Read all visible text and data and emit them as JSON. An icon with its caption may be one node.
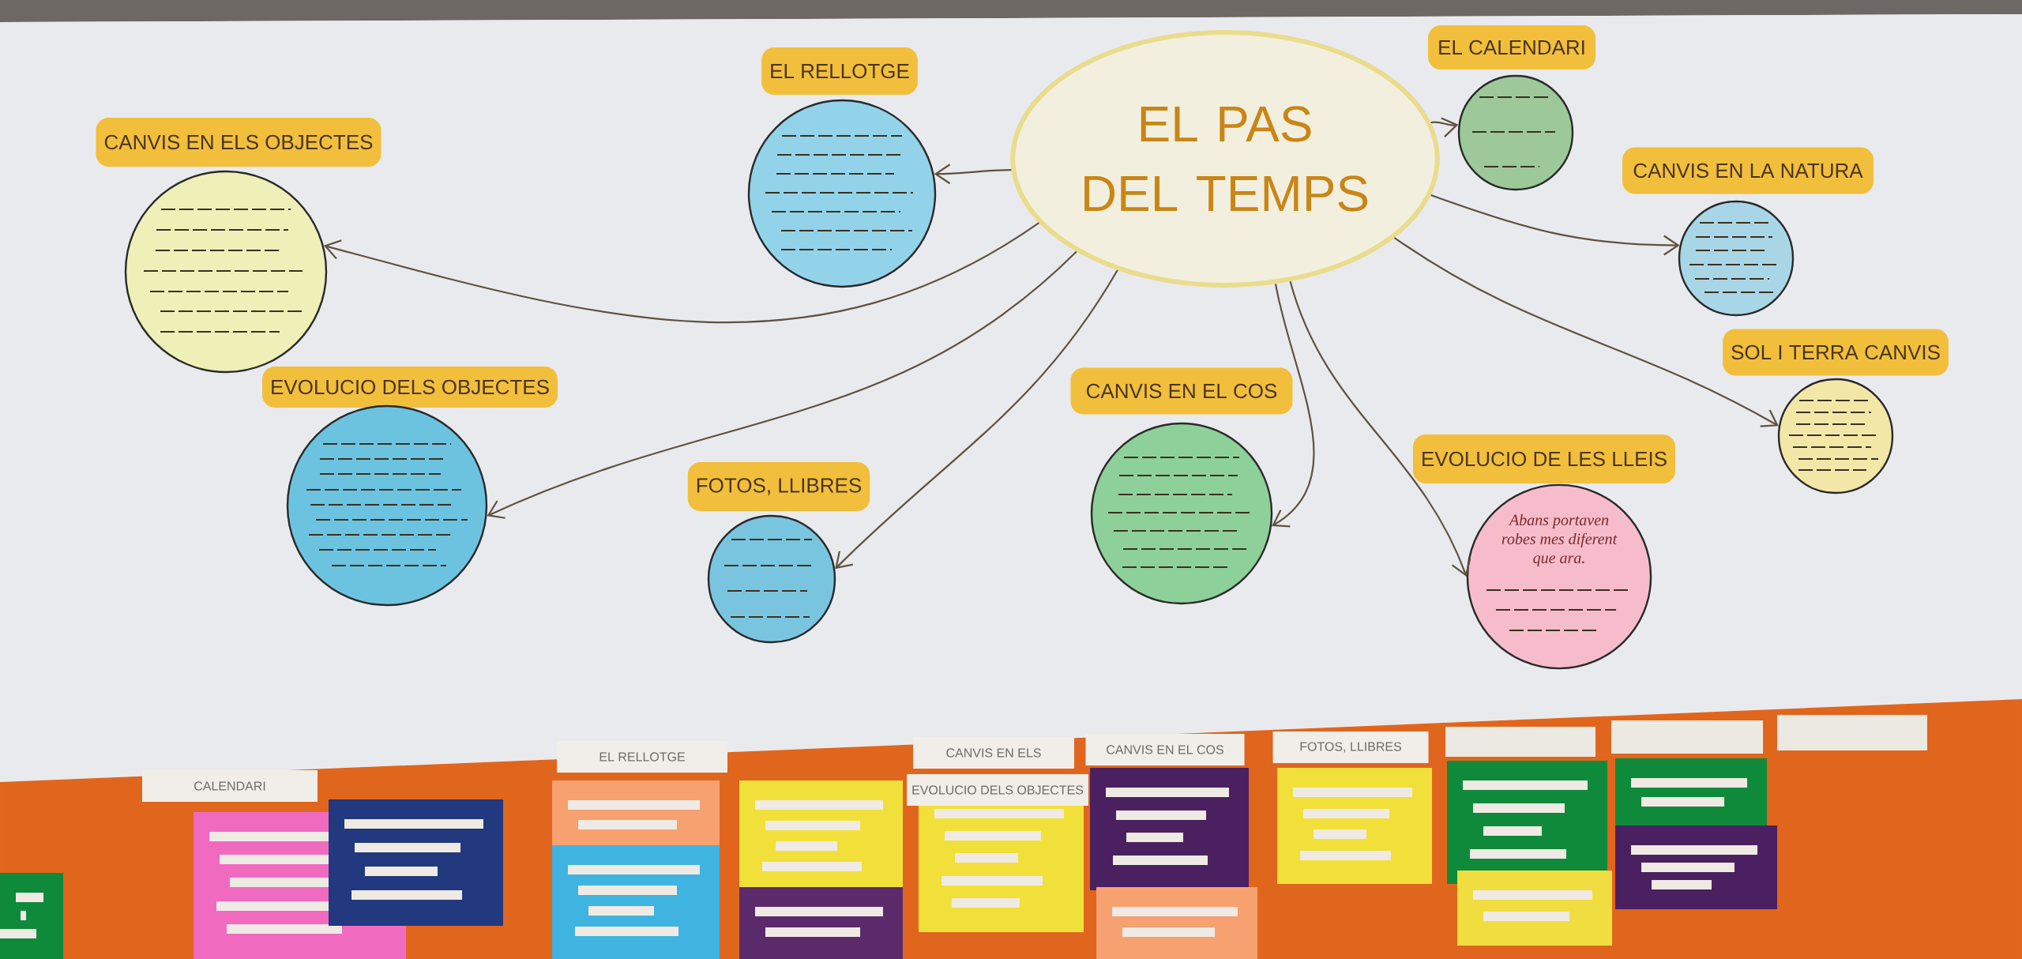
{
  "diagram": {
    "nodes": [
      {
        "text": [
          "EL PAS DEL TEMPS"
        ]
      },
      {
        "text": [
          "EL RELLOTGE"
        ]
      },
      {
        "text": [],
        "shape": "circle"
      },
      {
        "text": [
          "EL CALENDARI"
        ]
      },
      {
        "text": [],
        "shape": "circle"
      },
      {
        "text": [
          "CANVIS EN ELS OBJECTES"
        ]
      },
      {
        "text": [],
        "shape": "circle"
      },
      {
        "text": [
          "CANVIS EN LA NATURA"
        ]
      },
      {
        "text": [],
        "shape": "circle"
      },
      {
        "text": [
          "SOL I TERRA CANVIS"
        ]
      },
      {
        "text": [],
        "shape": "circle"
      },
      {
        "text": [
          "EVOLUCIO DELS OBJECTES"
        ]
      },
      {
        "text": [],
        "shape": "circle"
      },
      {
        "text": [
          "CANVIS EN EL COS"
        ]
      },
      {
        "text": [],
        "shape": "circle"
      },
      {
        "text": [
          "FOTOS, LLIBRES"
        ]
      },
      {
        "text": [],
        "shape": "circle"
      },
      {
        "text": [
          "EVOLUCIO DE LES LLEIS"
        ]
      },
      {
        "text": [
          "Abans portaven robes mes diferent que ara."
        ]
      }
    ],
    "edges": [
      {
        "from": 0,
        "to": 2,
        "arrow": "to"
      },
      {
        "from": 0,
        "to": 4,
        "arrow": "to"
      },
      {
        "from": 0,
        "to": 6,
        "arrow": "to"
      },
      {
        "from": 0,
        "to": 8,
        "arrow": "to"
      },
      {
        "from": 0,
        "to": 10,
        "arrow": "to"
      },
      {
        "from": 0,
        "to": 12,
        "arrow": "to"
      },
      {
        "from": 0,
        "to": 14,
        "arrow": "to"
      },
      {
        "from": 0,
        "to": 16,
        "arrow": "to"
      },
      {
        "from": 0,
        "to": 18,
        "arrow": "to"
      }
    ],
    "labels": [
      "CALENDARI",
      "EL RELLOTGE",
      "CANVIS EN ELS",
      "EVOLUCIO DELS OBJECTES",
      "CANVIS EN EL COS",
      "FOTOS, LLIBRES"
    ]
  }
}
